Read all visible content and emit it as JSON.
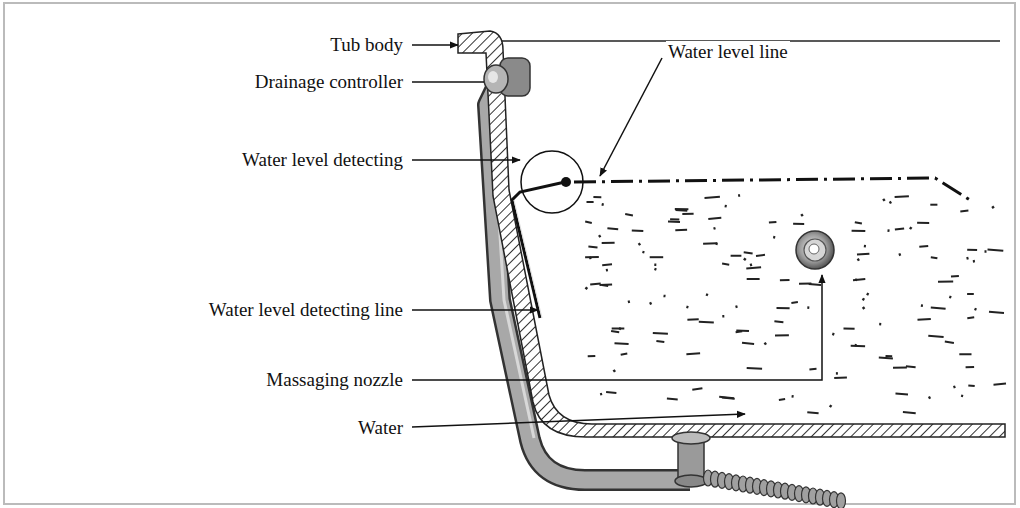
{
  "diagram": {
    "labels": [
      "Tub body",
      "Drainage controller",
      "Water level line",
      "Water level detecting",
      "Water level detecting line",
      "Massaging nozzle",
      "Water"
    ]
  }
}
